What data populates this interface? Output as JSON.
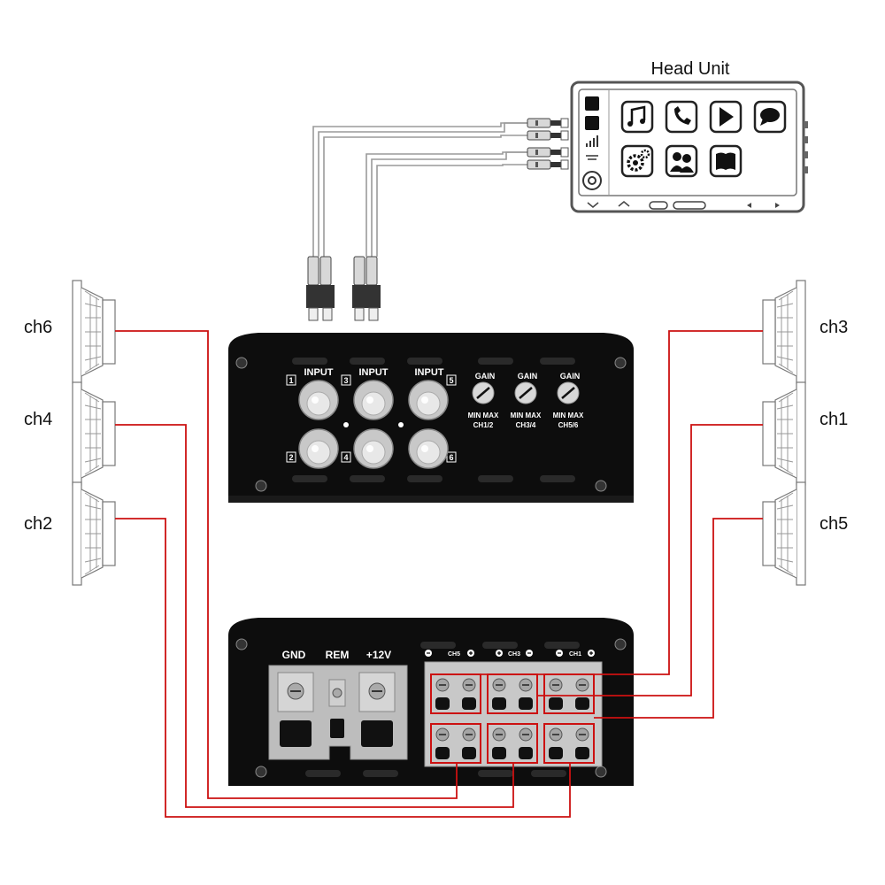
{
  "head_unit": {
    "title": "Head Unit",
    "app_icons": [
      "music-icon",
      "phone-icon",
      "play-icon",
      "message-icon",
      "settings-icon",
      "contacts-icon",
      "book-icon"
    ]
  },
  "speakers": {
    "left": [
      "ch6",
      "ch4",
      "ch2"
    ],
    "right": [
      "ch3",
      "ch1",
      "ch5"
    ]
  },
  "amp_front": {
    "inputs": [
      {
        "label": "INPUT",
        "top_num": "1",
        "bottom_num": "2"
      },
      {
        "label": "INPUT",
        "top_num": "3",
        "bottom_num": "4"
      },
      {
        "label": "INPUT",
        "top_num": "5",
        "bottom_num": "6"
      }
    ],
    "gains": [
      {
        "label": "GAIN",
        "range": "MIN  MAX",
        "channel": "CH1/2"
      },
      {
        "label": "GAIN",
        "range": "MIN  MAX",
        "channel": "CH3/4"
      },
      {
        "label": "GAIN",
        "range": "MIN  MAX",
        "channel": "CH5/6"
      }
    ]
  },
  "amp_rear": {
    "power": [
      "GND",
      "REM",
      "+12V"
    ],
    "channels": [
      "CH5",
      "CH3",
      "CH1"
    ]
  },
  "colors": {
    "wire": "#cc1111",
    "rca_wire": "#9a9a9a",
    "amp_body": "#0d0d0d",
    "head_unit_outline": "#444444"
  }
}
